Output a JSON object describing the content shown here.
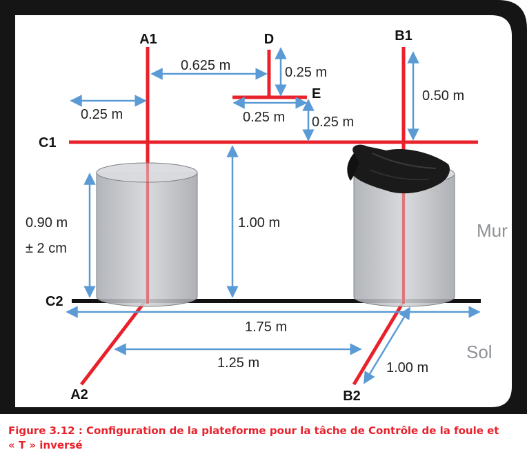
{
  "diagram": {
    "points": {
      "a1": "A1",
      "a2": "A2",
      "b1": "B1",
      "b2": "B2",
      "c1": "C1",
      "c2": "C2",
      "d": "D",
      "e": "E"
    },
    "dimensions": {
      "a1_to_d": "0.625 m",
      "d_height": "0.25 m",
      "e_width": "0.25 m",
      "e_to_c1": "0.25 m",
      "left_offset": "0.25 m",
      "b1_to_c1": "0.50 m",
      "cylinder_height_value": "0.90 m",
      "cylinder_height_tolerance": "± 2 cm",
      "c1_to_c2": "1.00 m",
      "c2_length": "1.75 m",
      "a2_to_b2": "1.25 m",
      "b2_length": "1.00 m"
    },
    "regions": {
      "wall": "Mur",
      "floor": "Sol"
    },
    "colors": {
      "line_red": "#e8212b",
      "arrow_blue": "#5b9bd5",
      "frame_dark": "#151515",
      "cylinder_gray": "#c4c7cb",
      "bag_black": "#1a1a1a"
    }
  },
  "caption": {
    "text": "Figure 3.12 : Configuration de la plateforme pour la tâche de Contrôle de la foule et « T » inversé"
  }
}
